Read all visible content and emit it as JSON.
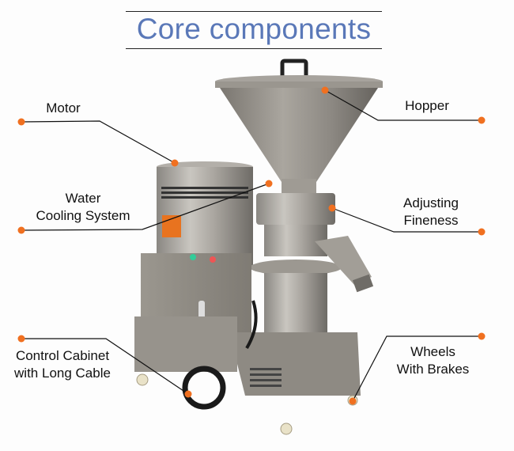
{
  "title": "Core components",
  "accent_color": "#f07020",
  "title_color": "#5a78b8",
  "callouts": [
    {
      "id": "motor",
      "lines": [
        "Motor"
      ]
    },
    {
      "id": "water-cooling",
      "lines": [
        "Water",
        "Cooling System"
      ]
    },
    {
      "id": "hopper",
      "lines": [
        "Hopper"
      ]
    },
    {
      "id": "adjusting-fineness",
      "lines": [
        "Adjusting",
        "Fineness"
      ]
    },
    {
      "id": "control-cabinet",
      "lines": [
        "Control Cabinet",
        "with Long Cable"
      ]
    },
    {
      "id": "wheels",
      "lines": [
        "Wheels",
        "With Brakes"
      ]
    }
  ]
}
